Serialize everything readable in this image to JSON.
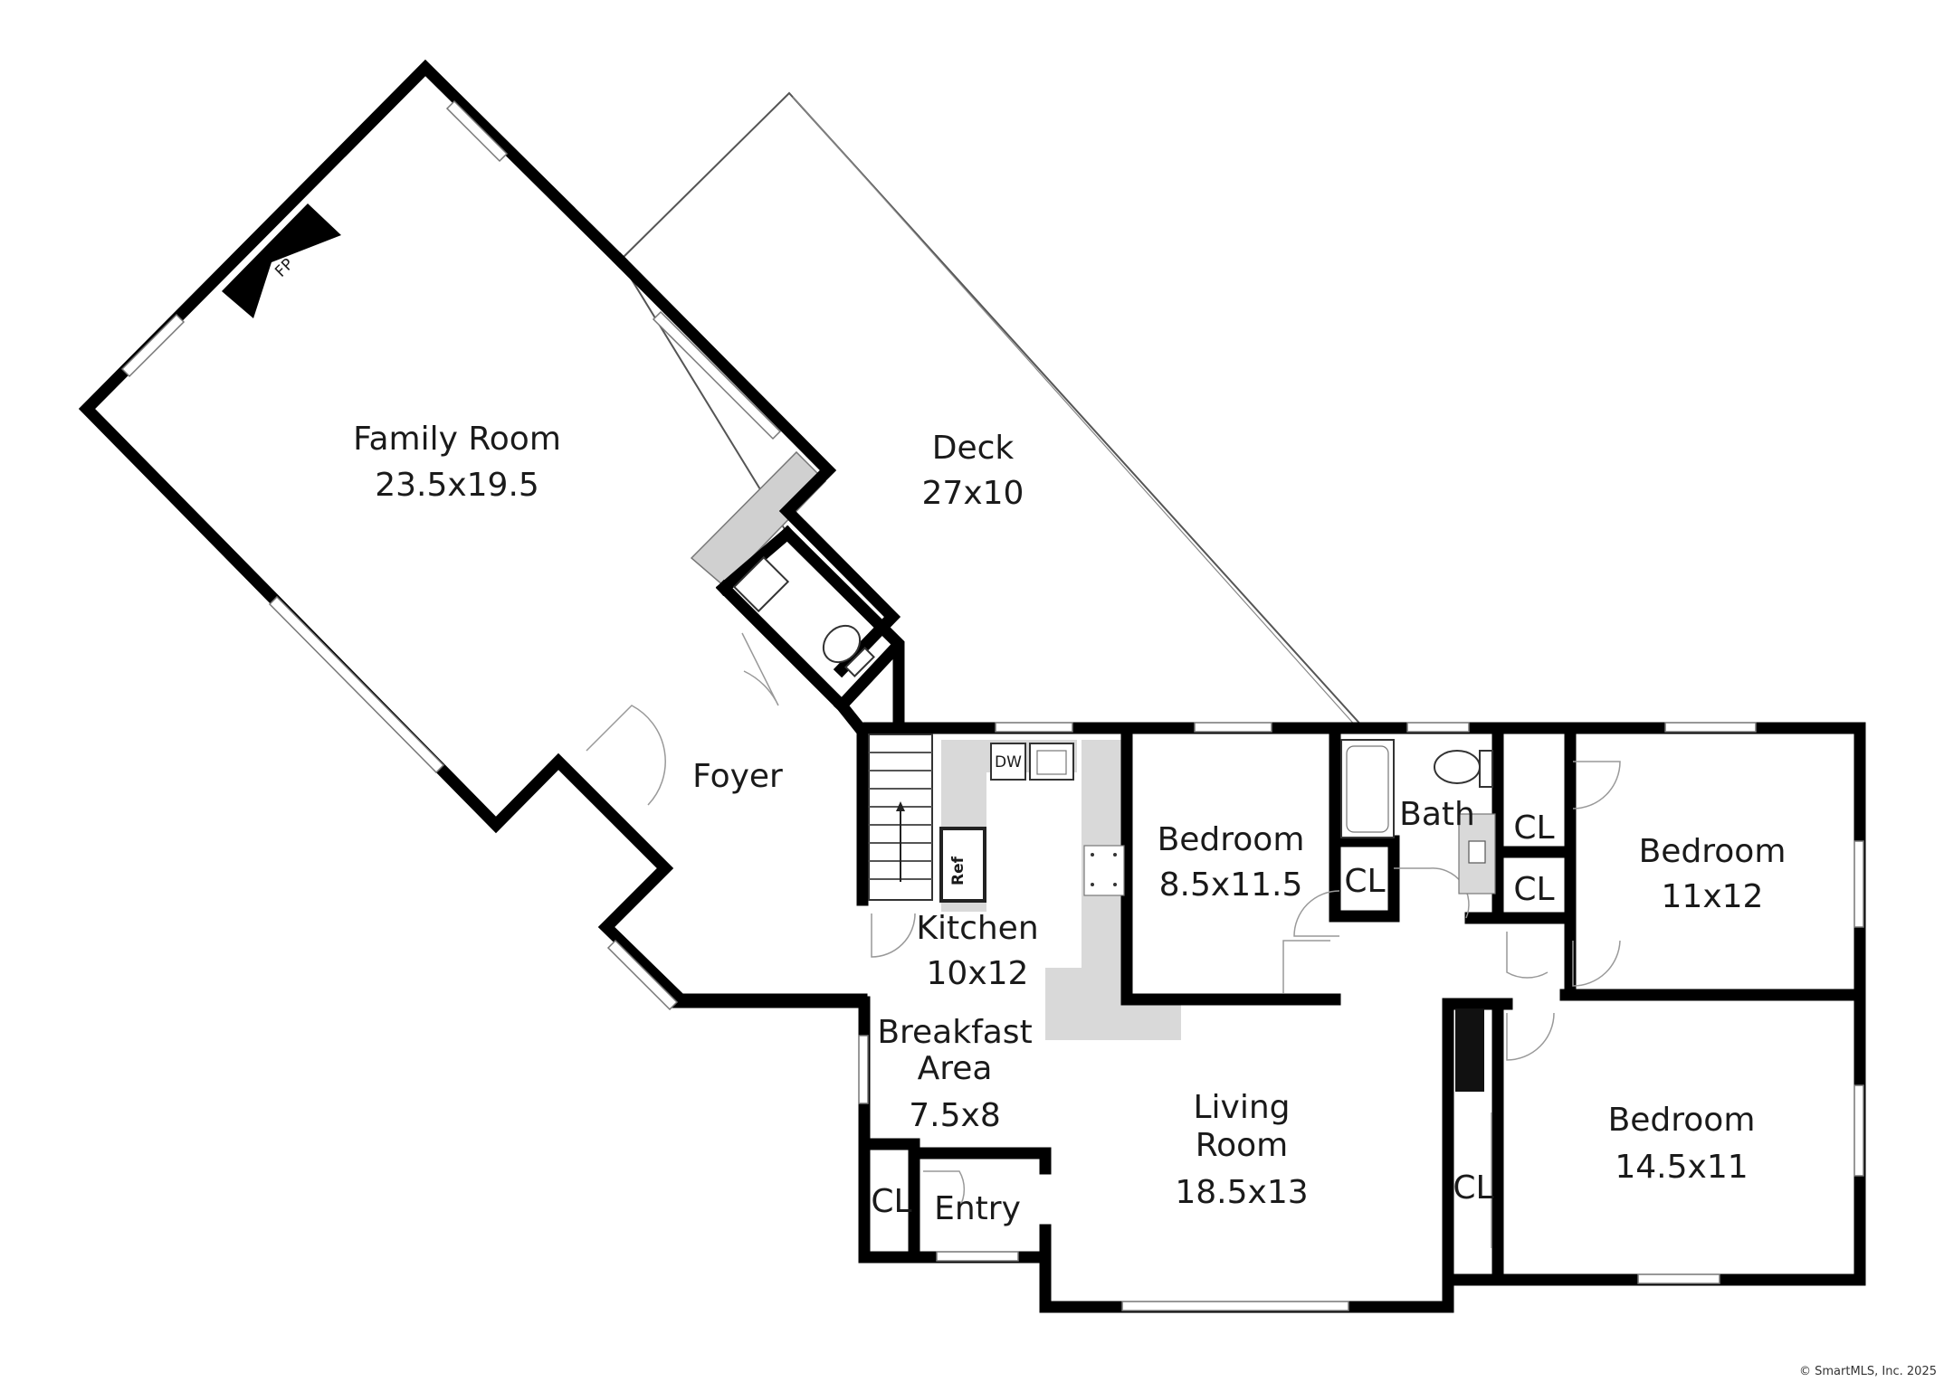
{
  "rooms": {
    "family_room": {
      "name": "Family Room",
      "size": "23.5x19.5"
    },
    "deck": {
      "name": "Deck",
      "size": "27x10"
    },
    "foyer": {
      "name": "Foyer"
    },
    "kitchen": {
      "name": "Kitchen",
      "size": "10x12"
    },
    "breakfast": {
      "name1": "Breakfast",
      "name2": "Area",
      "size": "7.5x8"
    },
    "bedroom_small": {
      "name": "Bedroom",
      "size": "8.5x11.5"
    },
    "bath": {
      "name": "Bath"
    },
    "bedroom_mid": {
      "name": "Bedroom",
      "size": "11x12"
    },
    "bedroom_large": {
      "name": "Bedroom",
      "size": "14.5x11"
    },
    "living": {
      "name1": "Living",
      "name2": "Room",
      "size": "18.5x13"
    },
    "entry": {
      "name": "Entry"
    }
  },
  "closets": {
    "label": "CL"
  },
  "fixtures": {
    "fireplace": "FP",
    "dishwasher": "DW",
    "refrigerator": "Ref"
  },
  "copyright": "© SmartMLS, Inc. 2025"
}
